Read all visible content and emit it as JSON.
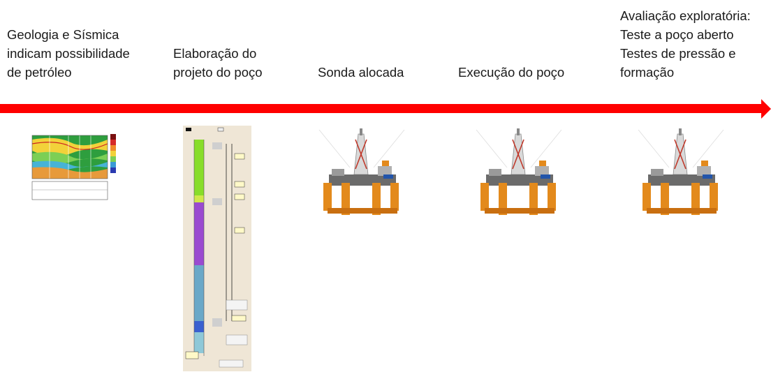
{
  "stages": [
    {
      "label": "Geologia e Sísmica\nindicam possibilidade\nde petróleo",
      "image": "seismic-section-image"
    },
    {
      "label": "Elaboração do\nprojeto do poço",
      "image": "well-schematic-image"
    },
    {
      "label": "Sonda alocada",
      "image": "offshore-rig-icon"
    },
    {
      "label": "Execução do poço",
      "image": "offshore-rig-icon"
    },
    {
      "label": "Avaliação exploratória:\nTeste a poço aberto\nTestes de pressão e\nformação",
      "image": "offshore-rig-icon"
    }
  ],
  "colors": {
    "timeline_arrow": "#ff0000"
  }
}
